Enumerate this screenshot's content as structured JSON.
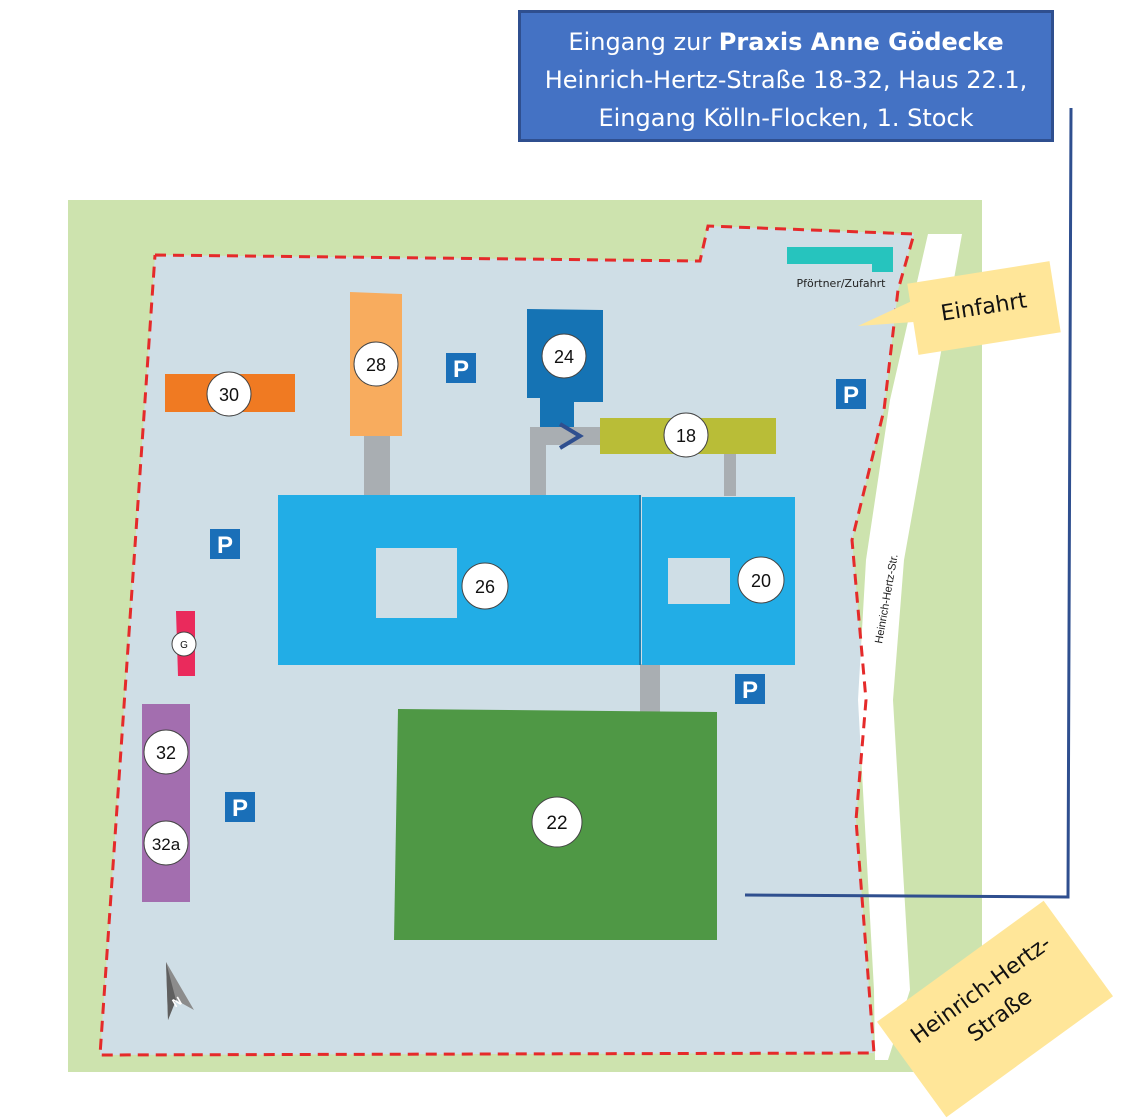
{
  "info_box": {
    "line1_prefix": "Eingang zur ",
    "line1_bold": "Praxis Anne Gödecke",
    "line2": "Heinrich-Hertz-Straße 18-32, Haus 22.1,",
    "line3": "Eingang Kölln-Flocken, 1. Stock"
  },
  "labels": {
    "einfahrt": "Einfahrt",
    "heinrich_hertz_strasse_line1": "Heinrich-Hertz-",
    "heinrich_hertz_strasse_line2": "Straße",
    "street_name": "Heinrich-Hertz-Str.",
    "pfoertner": "Pförtner/Zufahrt",
    "north": "N",
    "parking": "P"
  },
  "buildings": {
    "b30": "30",
    "b28": "28",
    "b24": "24",
    "b18": "18",
    "b26": "26",
    "b20": "20",
    "g": "G",
    "b32": "32",
    "b32a": "32a",
    "b22": "22"
  },
  "colors": {
    "grass": "#cde3ae",
    "ground": "#cfdee6",
    "boundary": "#e52a2a",
    "info_box": "#4472c4",
    "route_line": "#2f4f8f",
    "label_box": "#ffe699",
    "b30": "#f07a22",
    "b28": "#f8ac5e",
    "b24": "#1573b4",
    "b18": "#b9bd37",
    "b26": "#22ade6",
    "b20": "#22ade6",
    "g": "#ea2a5c",
    "b32": "#a36eaf",
    "b22": "#4f9845",
    "pfoertner": "#26c4be",
    "parking": "#1a6fb8",
    "connector": "#a9aeb2"
  },
  "icons": [
    "parking-icon",
    "north-arrow-icon",
    "entrance-chevron-icon"
  ]
}
